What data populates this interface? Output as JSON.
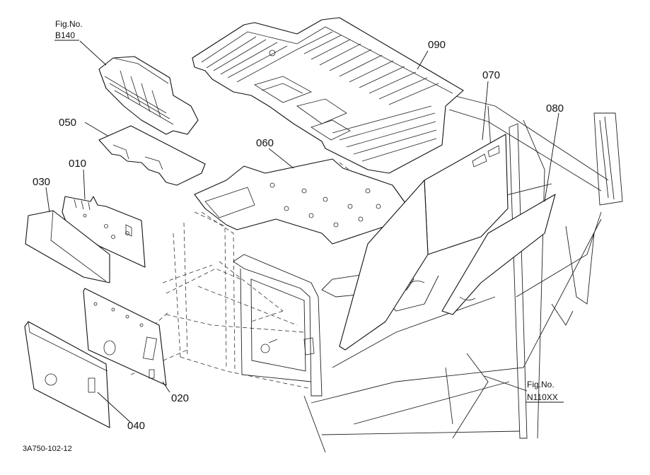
{
  "figure_refs": [
    {
      "line1": "Fig.No.",
      "line2": "B140"
    },
    {
      "line1": "Fig.No.",
      "line2": "N110XX"
    }
  ],
  "part_labels": {
    "p010": "010",
    "p020": "020",
    "p030": "030",
    "p040": "040",
    "p050": "050",
    "p060": "060",
    "p070": "070",
    "p080": "080",
    "p090": "090"
  },
  "drawing_code": "3A750-102-12"
}
